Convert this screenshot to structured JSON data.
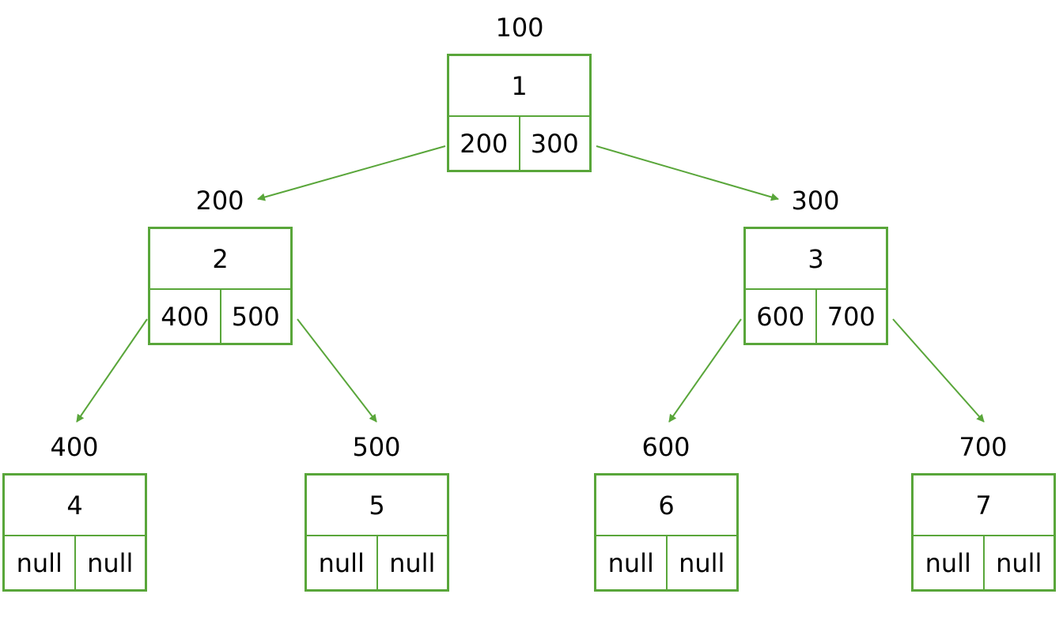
{
  "colors": {
    "stroke": "#59a63a"
  },
  "nodes": [
    {
      "id": "n1",
      "address": "100",
      "value": "1",
      "left": "200",
      "right": "300"
    },
    {
      "id": "n2",
      "address": "200",
      "value": "2",
      "left": "400",
      "right": "500"
    },
    {
      "id": "n3",
      "address": "300",
      "value": "3",
      "left": "600",
      "right": "700"
    },
    {
      "id": "n4",
      "address": "400",
      "value": "4",
      "left": "null",
      "right": "null"
    },
    {
      "id": "n5",
      "address": "500",
      "value": "5",
      "left": "null",
      "right": "null"
    },
    {
      "id": "n6",
      "address": "600",
      "value": "6",
      "left": "null",
      "right": "null"
    },
    {
      "id": "n7",
      "address": "700",
      "value": "7",
      "left": "null",
      "right": "null"
    }
  ],
  "edges": [
    {
      "from": "n1",
      "side": "left",
      "to": "n2"
    },
    {
      "from": "n1",
      "side": "right",
      "to": "n3"
    },
    {
      "from": "n2",
      "side": "left",
      "to": "n4"
    },
    {
      "from": "n2",
      "side": "right",
      "to": "n5"
    },
    {
      "from": "n3",
      "side": "left",
      "to": "n6"
    },
    {
      "from": "n3",
      "side": "right",
      "to": "n7"
    }
  ]
}
